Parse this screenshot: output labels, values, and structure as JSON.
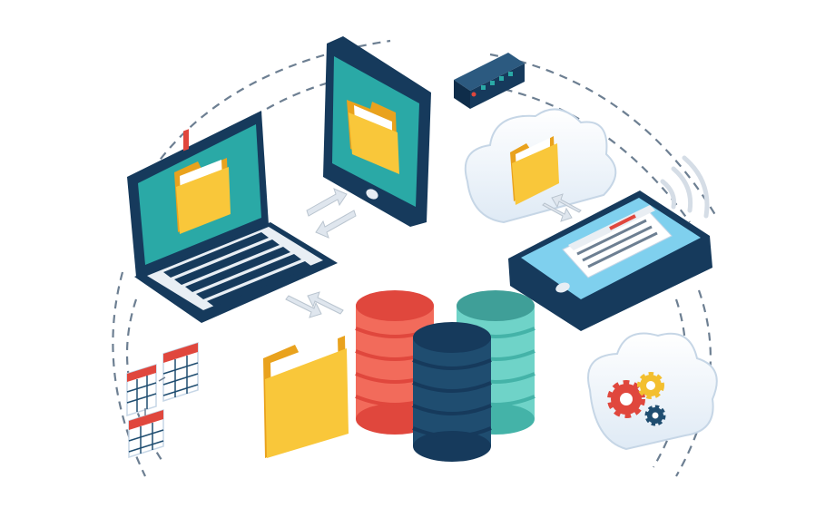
{
  "illustration": {
    "subject": "data-storage-and-sync",
    "elements": [
      "laptop-with-folder",
      "tablet-with-folder",
      "network-switch",
      "cloud-with-folder",
      "tablet-with-document",
      "wifi-signal",
      "database-stack",
      "open-folder",
      "spreadsheet-tables",
      "cloud-with-gears",
      "sync-arrows",
      "dashed-orbit"
    ]
  },
  "palette": {
    "navy": "#163a5c",
    "dark_navy": "#0f2d4a",
    "teal_screen": "#2aa9a6",
    "folder_yellow": "#f9c73a",
    "folder_dark": "#e9a21d",
    "red": "#e0473d",
    "coral": "#f26b5b",
    "mint": "#6fd3c8",
    "light_blue_screen": "#7fd0ee",
    "cloud": "#eef5fb",
    "cloud_edge": "#c6d6e6",
    "gear_red": "#e0473d",
    "gear_yellow": "#f3bf2f",
    "gear_navy": "#1f4d70",
    "dashes": "#6d7f92"
  }
}
